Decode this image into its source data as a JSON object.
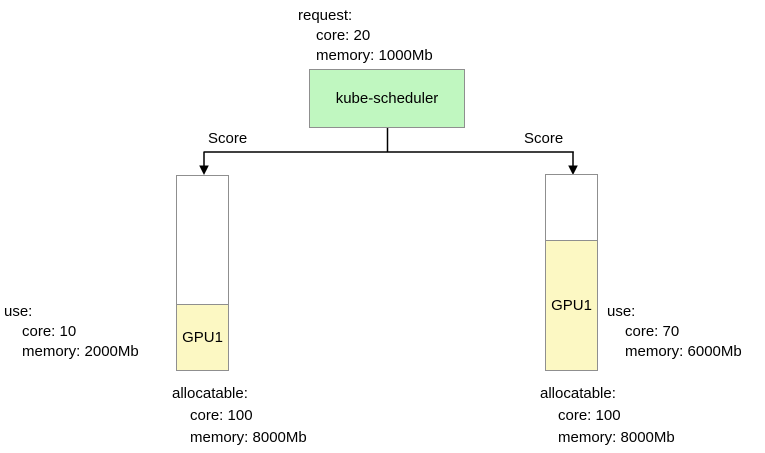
{
  "request": {
    "title": "request:",
    "core": "core: 20",
    "memory": "memory: 1000Mb"
  },
  "scheduler": {
    "label": "kube-scheduler"
  },
  "edges": {
    "left_label": "Score",
    "right_label": "Score"
  },
  "nodes": {
    "left": {
      "gpu": "GPU1",
      "use_title": "use:",
      "use_core": "core: 10",
      "use_memory": "memory: 2000Mb",
      "alloc_title": "allocatable:",
      "alloc_core": "core: 100",
      "alloc_memory": "memory: 8000Mb"
    },
    "right": {
      "gpu": "GPU1",
      "use_title": "use:",
      "use_core": "core: 70",
      "use_memory": "memory: 6000Mb",
      "alloc_title": "allocatable:",
      "alloc_core": "core: 100",
      "alloc_memory": "memory: 8000Mb"
    }
  },
  "colors": {
    "scheduler_fill": "#c0f7c0",
    "gpu_fill": "#fcf8c3",
    "box_border": "#8f8f8f",
    "connector": "#000000"
  }
}
